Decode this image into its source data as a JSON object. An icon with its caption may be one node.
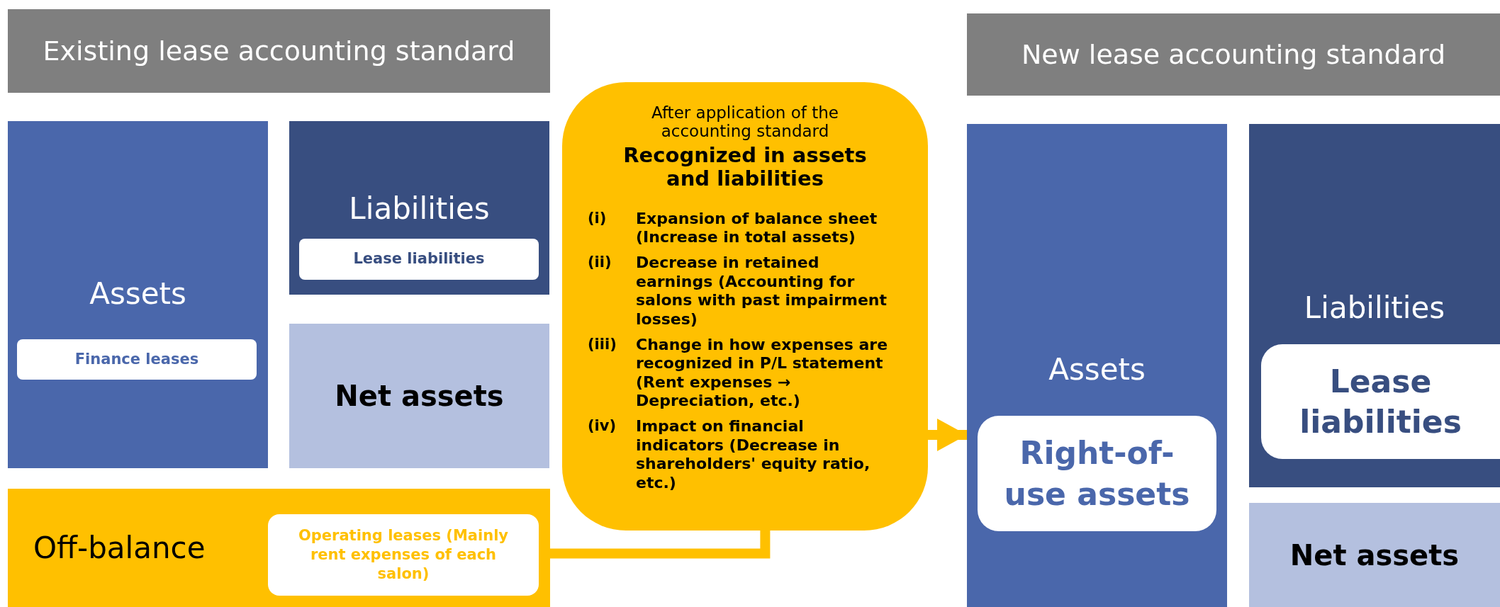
{
  "diagram": {
    "nodes": [
      {
        "text": [
          "Existing lease accounting standard"
        ]
      },
      {
        "text": [
          "Assets"
        ]
      },
      {
        "text": [
          "Finance leases"
        ],
        "in": 1
      },
      {
        "text": [
          "Liabilities"
        ]
      },
      {
        "text": [
          "Lease liabilities"
        ],
        "in": 3
      },
      {
        "text": [
          "Net assets"
        ]
      },
      {
        "text": [
          "Off-balance"
        ]
      },
      {
        "text": [
          "Operating leases (Mainly rent expenses of each salon)"
        ],
        "in": 6
      },
      {
        "text": [
          "After application of the accounting standard",
          "Recognized in assets and liabilities",
          "(i)",
          "Expansion of balance sheet (Increase in total assets)",
          "(ii)",
          "Decrease in retained earnings (Accounting for salons with past impairment losses)",
          "(iii)",
          "Change in how expenses are recognized in P/L statement (Rent expenses → Depreciation, etc.)",
          "(iv)",
          "Impact on financial indicators (Decrease in shareholders' equity ratio, etc.)"
        ]
      },
      {
        "text": [
          "New lease accounting standard"
        ]
      },
      {
        "text": [
          "Assets"
        ]
      },
      {
        "text": [
          "Right-of-use assets"
        ],
        "in": 10
      },
      {
        "text": [
          "Liabilities"
        ]
      },
      {
        "text": [
          "Lease liabilities"
        ],
        "in": 12
      },
      {
        "text": [
          "Net assets"
        ]
      }
    ],
    "edges": [
      {
        "from": 7,
        "to": 8,
        "arrow": "none"
      },
      {
        "from": 8,
        "to": 10,
        "arrow": "to"
      }
    ]
  }
}
